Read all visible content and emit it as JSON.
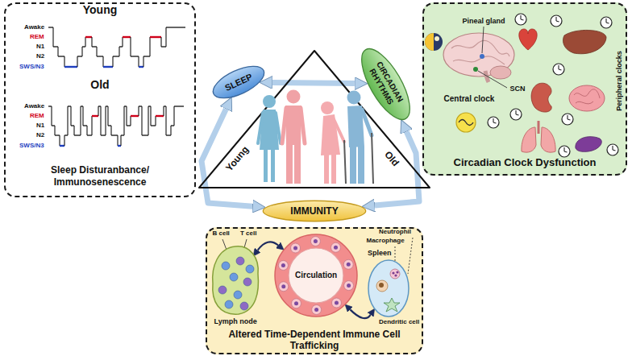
{
  "diagram": {
    "nodes": [
      {
        "text": [
          "Young",
          "Old",
          "Sleep Disturanbance/ Immunosenescence"
        ]
      },
      {
        "text": [
          "Young",
          "Old"
        ]
      },
      {
        "text": [
          "SLEEP"
        ]
      },
      {
        "text": [
          "CIRCADIAN RHYTHMS"
        ]
      },
      {
        "text": [
          "Circadian Clock Dysfunction"
        ]
      },
      {
        "text": [
          "IMMUNITY"
        ]
      },
      {
        "text": [
          "Altered Time-Dependent Immune Cell Trafficking"
        ]
      },
      {
        "text": [
          "Lymph node"
        ],
        "in": 6
      },
      {
        "text": [
          "Circulation"
        ],
        "in": 6
      },
      {
        "text": [
          "Spleen"
        ],
        "in": 6
      }
    ],
    "edges": [
      {
        "from": 2,
        "to": 3,
        "arrow": "both"
      },
      {
        "from": 2,
        "to": 5,
        "arrow": "both"
      },
      {
        "from": 3,
        "to": 5,
        "arrow": "both"
      },
      {
        "from": 7,
        "to": 8,
        "arrow": "both"
      },
      {
        "from": 8,
        "to": 9,
        "arrow": "both"
      }
    ],
    "labels": [
      "Awake",
      "REM",
      "N1",
      "N2",
      "SWS/N3",
      "Awake",
      "REM",
      "N1",
      "N2",
      "SWS/N3",
      "Pineal gland",
      "SCN",
      "Central clock",
      "Peripheral clocks",
      "B cell",
      "T cell",
      "Neutrophil",
      "Macrophage",
      "Dendritic cell"
    ]
  }
}
